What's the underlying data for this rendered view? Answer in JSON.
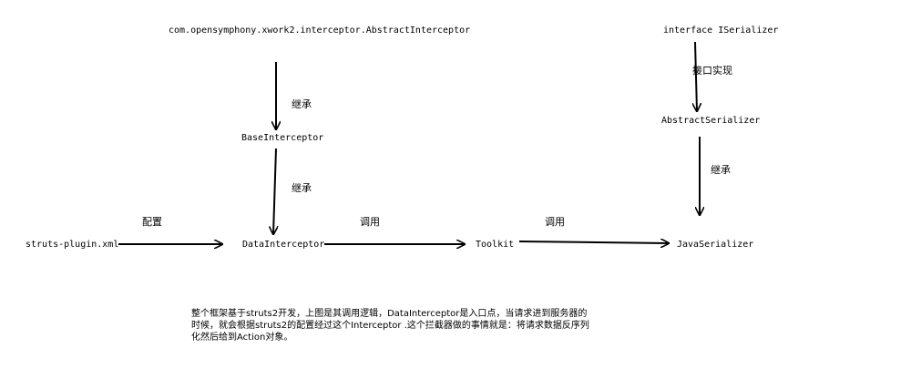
{
  "nodes": {
    "abstract_interceptor": "com.opensymphony.xwork2.interceptor.AbstractInterceptor",
    "iserializer": "interface ISerializer",
    "abstract_serializer": "AbstractSerializer",
    "base_interceptor": "BaseInterceptor",
    "struts_plugin": "struts-plugin.xml",
    "data_interceptor": "DataInterceptor",
    "toolkit": "Toolkit",
    "java_serializer": "JavaSerializer"
  },
  "edge_labels": {
    "inherit_1": "继承",
    "inherit_2": "继承",
    "inherit_3": "继承",
    "implements": "接口实现",
    "config": "配置",
    "call_1": "调用",
    "call_2": "调用"
  },
  "note": {
    "line1": "整个框架基于struts2开发，上图是其调用逻辑，DataInterceptor是入口点，当请求进到服务器的",
    "line2": "时候，就会根据struts2的配置经过这个Interceptor .这个拦截器做的事情就是：将请求数据反序列",
    "line3": "化然后给到Action对象。"
  }
}
